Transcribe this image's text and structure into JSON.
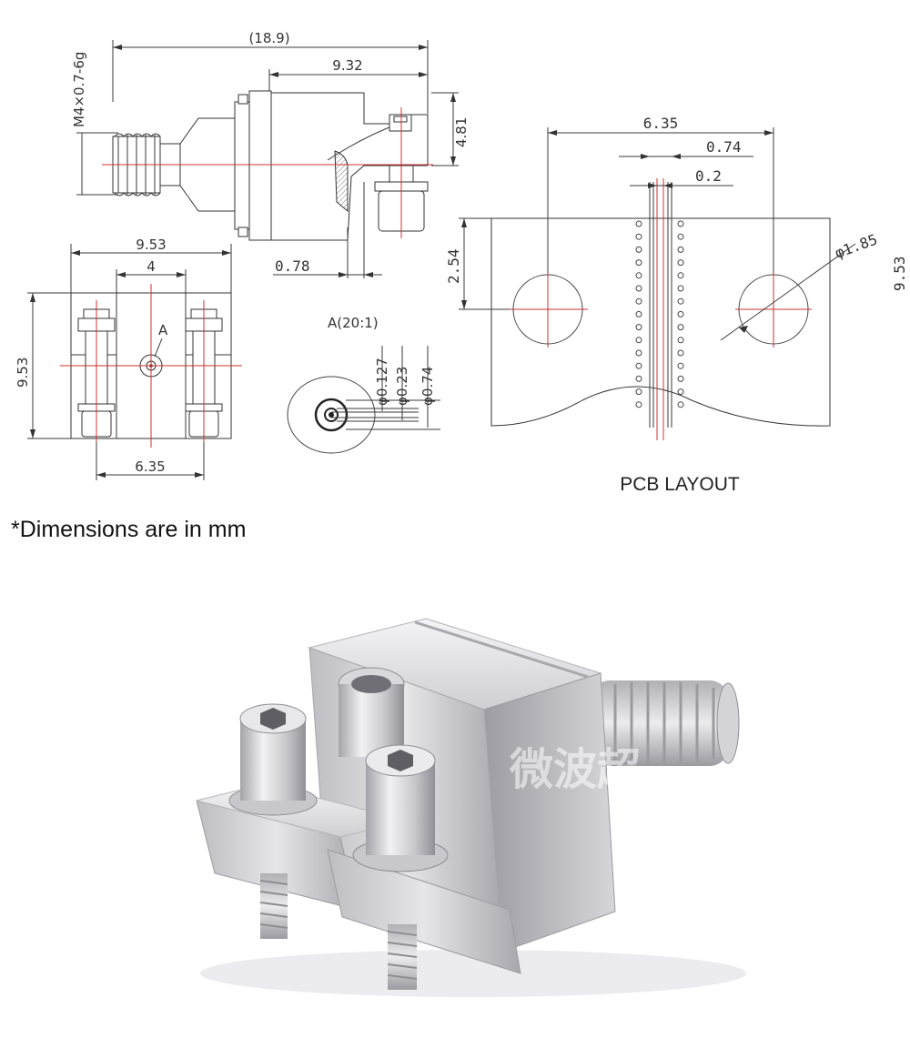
{
  "side_view": {
    "overall_length": "(18.9)",
    "body_length": "9.32",
    "height": "4.81",
    "thread": "M4×0.7-6g",
    "pin_offset": "0.78"
  },
  "front_view": {
    "width": "9.53",
    "center_width": "4",
    "height": "9.53",
    "screw_spacing": "6.35",
    "detail_marker": "A"
  },
  "detail_view": {
    "title": "A(20:1)",
    "d1": "φ0.127",
    "d2": "φ0.23",
    "d3": "φ0.74"
  },
  "pcb_layout": {
    "caption": "PCB LAYOUT",
    "hole_spacing": "6.35",
    "gap_outer": "0.74",
    "gap_inner": "0.2",
    "edge_distance": "2.54",
    "hole_diameter": "φ1.85",
    "height": "9.53"
  },
  "note": "*Dimensions are in mm",
  "photo": {
    "watermark": "微波超"
  },
  "colors": {
    "centerline": "#d23030",
    "linework": "#3a3a3a",
    "metal_light": "#e4e4e6",
    "metal_mid": "#c4c4c8",
    "metal_dark": "#8e8e94"
  }
}
